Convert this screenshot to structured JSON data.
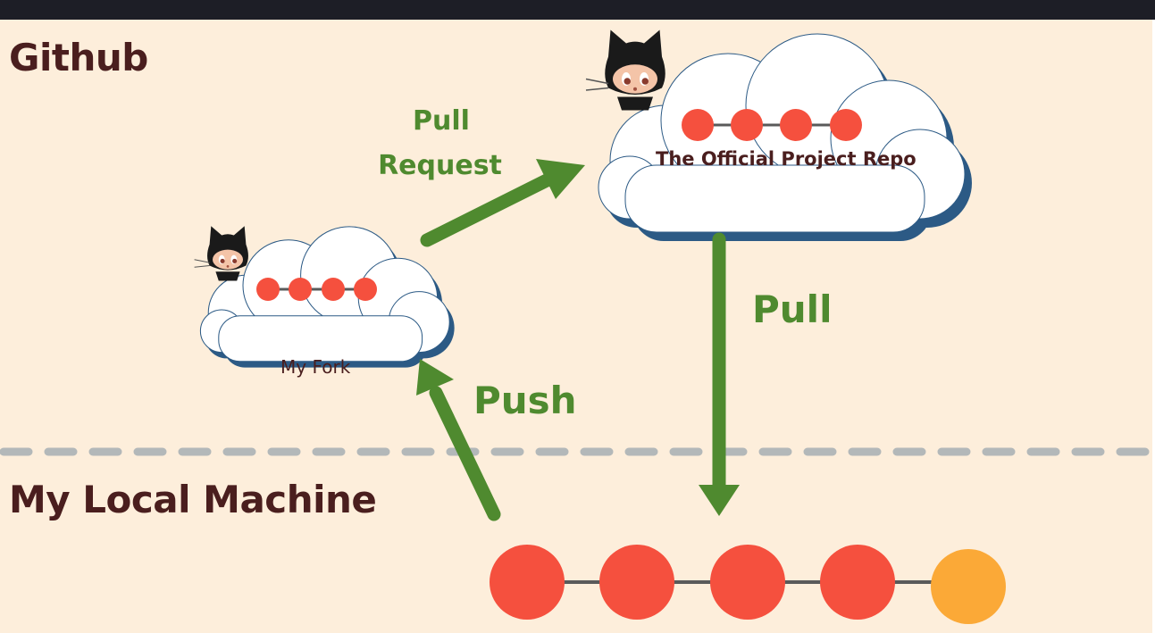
{
  "sections": {
    "github": "Github",
    "local": "My Local Machine"
  },
  "repos": {
    "official": {
      "label": "The Official Project Repo",
      "commits": 4
    },
    "fork": {
      "label": "My Fork",
      "commits": 4
    },
    "local": {
      "commits": 5
    }
  },
  "actions": {
    "pull_request_line1": "Pull",
    "pull_request_line2": "Request",
    "pull": "Pull",
    "push": "Push"
  },
  "colors": {
    "background": "#fdeedb",
    "commit": "#f5503e",
    "new_commit": "#fba937",
    "arrow": "#4f8a2f",
    "text_dark": "#4a1e1e",
    "divider": "#b3b8b9",
    "cloud": "#ffffff",
    "cloud_shadow": "#2c5a85",
    "topbar": "#1d1e26"
  },
  "icons": [
    "octocat-icon",
    "octocat-icon"
  ]
}
